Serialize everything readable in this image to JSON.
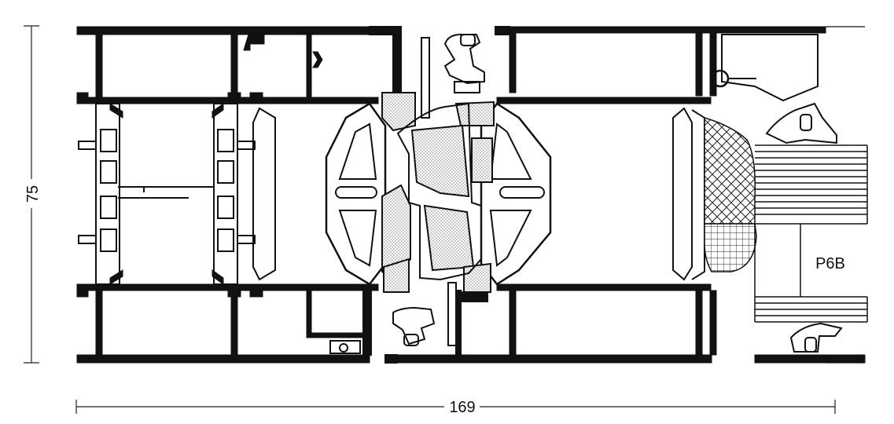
{
  "dimensions": {
    "height_label": "75",
    "width_label": "169"
  },
  "glazing": {
    "glass_label": "P6B"
  }
}
